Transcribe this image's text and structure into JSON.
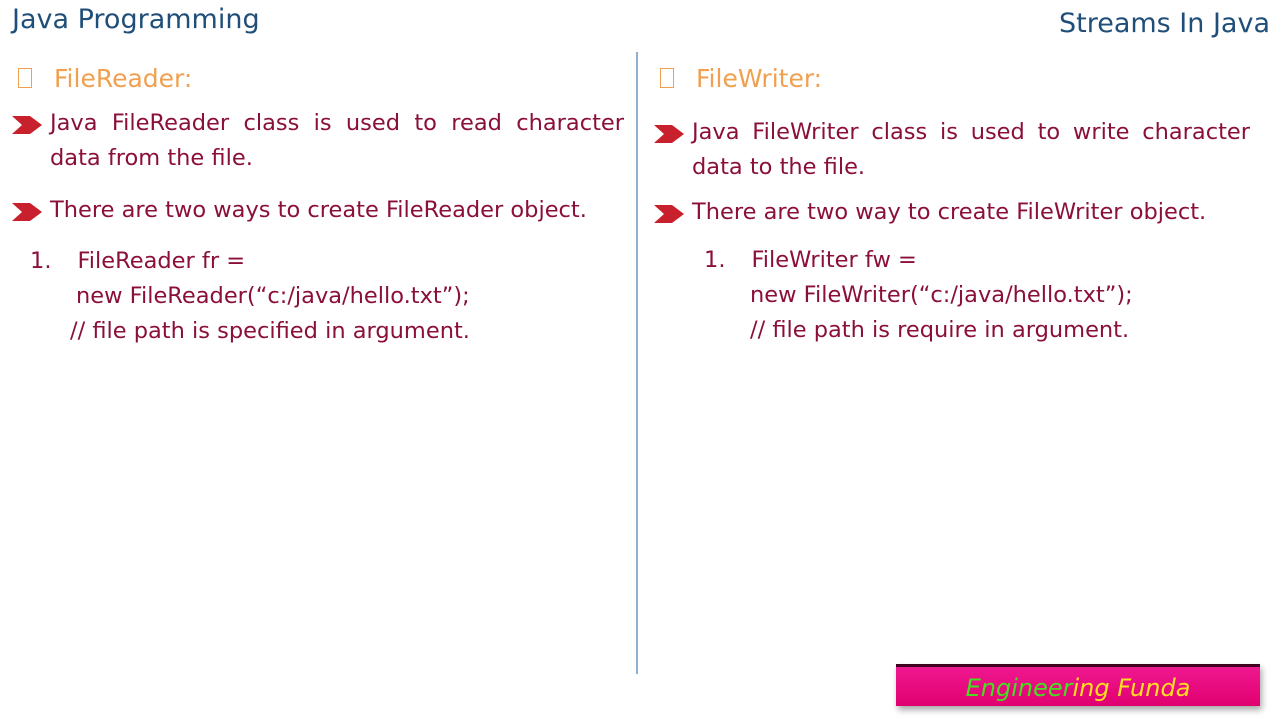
{
  "header": {
    "left_title": "Java Programming",
    "right_title": "Streams In Java"
  },
  "left": {
    "heading": "FileReader:",
    "bullets": [
      "Java FileReader class is used to read character data from the file.",
      "There are two ways to create FileReader object."
    ],
    "item_num": "1.",
    "code_line1": "FileReader  fr =",
    "code_line2": "new FileReader(“c:/java/hello.txt”);",
    "code_line3": "// file path is specified in argument."
  },
  "right": {
    "heading": "FileWriter:",
    "bullets": [
      "Java FileWriter class is used to write character data to the file.",
      "There are two way to create FileWriter object."
    ],
    "item_num": "1.",
    "code_line1": "FileWriter fw =",
    "code_line2": "new FileWriter(“c:/java/hello.txt”);",
    "code_line3": "// file path is require in argument."
  },
  "logo": {
    "part1": "Engineer",
    "part2": "ing Funda"
  },
  "colors": {
    "title": "#1f4e79",
    "heading": "#f0a050",
    "body": "#8b1038",
    "logo_bg": "#e8107a"
  }
}
